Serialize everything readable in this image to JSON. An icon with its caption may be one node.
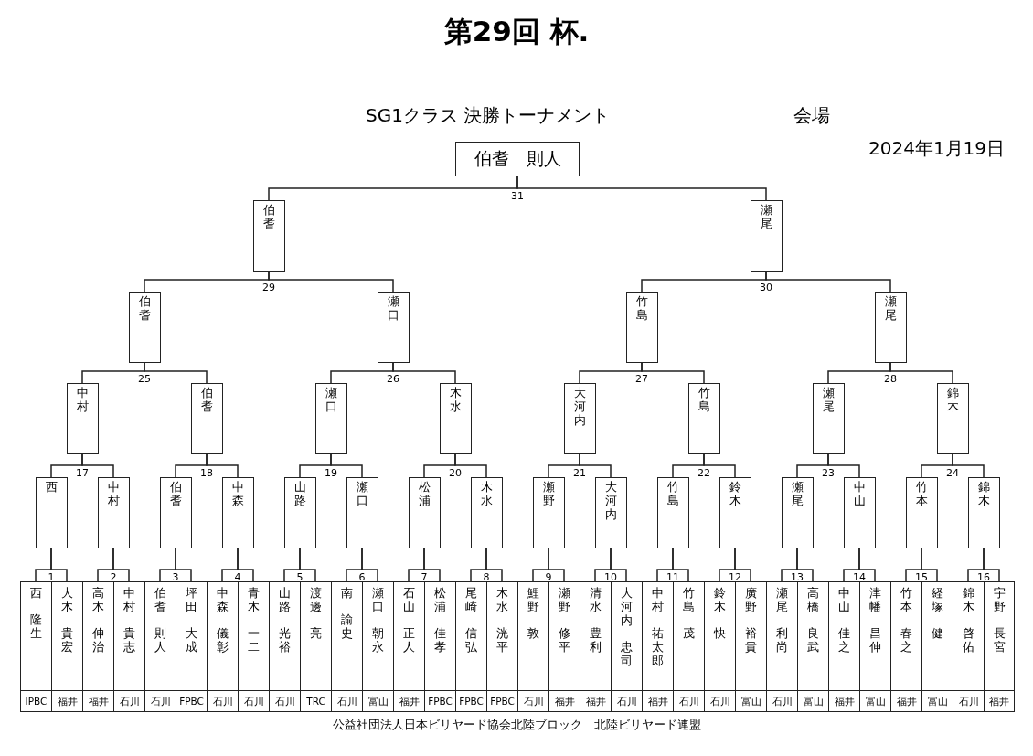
{
  "diagram": {
    "title": "第29回 杯.",
    "nodes": [
      {
        "text": [
          "伯耆　則人"
        ]
      },
      {
        "text": [
          "伯耆"
        ]
      },
      {
        "text": [
          "瀬尾"
        ]
      },
      {
        "text": [
          "伯耆"
        ]
      },
      {
        "text": [
          "瀬口"
        ]
      },
      {
        "text": [
          "竹島"
        ]
      },
      {
        "text": [
          "瀬尾"
        ]
      },
      {
        "text": [
          "中村"
        ]
      },
      {
        "text": [
          "伯耆"
        ]
      },
      {
        "text": [
          "瀬口"
        ]
      },
      {
        "text": [
          "木水"
        ]
      },
      {
        "text": [
          "大河内"
        ]
      },
      {
        "text": [
          "竹島"
        ]
      },
      {
        "text": [
          "瀬尾"
        ]
      },
      {
        "text": [
          "錦木"
        ]
      },
      {
        "text": [
          "西"
        ]
      },
      {
        "text": [
          "中村"
        ]
      },
      {
        "text": [
          "伯耆"
        ]
      },
      {
        "text": [
          "中森"
        ]
      },
      {
        "text": [
          "山路"
        ]
      },
      {
        "text": [
          "瀬口"
        ]
      },
      {
        "text": [
          "松浦"
        ]
      },
      {
        "text": [
          "木水"
        ]
      },
      {
        "text": [
          "瀬野"
        ]
      },
      {
        "text": [
          "大河内"
        ]
      },
      {
        "text": [
          "竹島"
        ]
      },
      {
        "text": [
          "鈴木"
        ]
      },
      {
        "text": [
          "瀬尾"
        ]
      },
      {
        "text": [
          "中山"
        ]
      },
      {
        "text": [
          "竹本"
        ]
      },
      {
        "text": [
          "錦木"
        ]
      },
      {
        "text": [
          "西",
          "隆生",
          "IPBC"
        ]
      },
      {
        "text": [
          "大木",
          "貴宏",
          "福井"
        ]
      },
      {
        "text": [
          "高木",
          "伸治",
          "福井"
        ]
      },
      {
        "text": [
          "中村",
          "貴志",
          "石川"
        ]
      },
      {
        "text": [
          "伯耆",
          "則人",
          "石川"
        ]
      },
      {
        "text": [
          "坪田",
          "大成",
          "FPBC"
        ]
      },
      {
        "text": [
          "中森",
          "儀彰",
          "石川"
        ]
      },
      {
        "text": [
          "青木",
          "一二",
          "石川"
        ]
      },
      {
        "text": [
          "山路",
          "光裕",
          "石川"
        ]
      },
      {
        "text": [
          "渡邊",
          "亮",
          "TRC"
        ]
      },
      {
        "text": [
          "南",
          "諭史",
          "石川"
        ]
      },
      {
        "text": [
          "瀬口",
          "朝永",
          "富山"
        ]
      },
      {
        "text": [
          "石山",
          "正人",
          "福井"
        ]
      },
      {
        "text": [
          "松浦",
          "佳孝",
          "FPBC"
        ]
      },
      {
        "text": [
          "尾崎",
          "信弘",
          "FPBC"
        ]
      },
      {
        "text": [
          "木水",
          "洸平",
          "FPBC"
        ]
      },
      {
        "text": [
          "鯉野",
          "敦",
          "石川"
        ]
      },
      {
        "text": [
          "瀬野",
          "修平",
          "福井"
        ]
      },
      {
        "text": [
          "清水",
          "豊利",
          "福井"
        ]
      },
      {
        "text": [
          "大河内",
          "忠司",
          "石川"
        ]
      },
      {
        "text": [
          "中村",
          "祐太郎",
          "福井"
        ]
      },
      {
        "text": [
          "竹島",
          "茂",
          "石川"
        ]
      },
      {
        "text": [
          "鈴木",
          "快",
          "石川"
        ]
      },
      {
        "text": [
          "廣野",
          "裕貴",
          "富山"
        ]
      },
      {
        "text": [
          "瀬尾",
          "利尚",
          "石川"
        ]
      },
      {
        "text": [
          "高橋",
          "良武",
          "富山"
        ]
      },
      {
        "text": [
          "中山",
          "佳之",
          "福井"
        ]
      },
      {
        "text": [
          "津幡",
          "昌伸",
          "富山"
        ]
      },
      {
        "text": [
          "竹本",
          "春之",
          "福井"
        ]
      },
      {
        "text": [
          "経塚",
          "健",
          "富山"
        ]
      },
      {
        "text": [
          "錦木",
          "啓佑",
          "石川"
        ]
      },
      {
        "text": [
          "宇野",
          "長宮",
          "福井"
        ]
      }
    ],
    "edges": [
      {
        "from": 1,
        "to": 0,
        "arrow": "none"
      },
      {
        "from": 2,
        "to": 0,
        "arrow": "none"
      },
      {
        "from": 3,
        "to": 1,
        "arrow": "none"
      },
      {
        "from": 4,
        "to": 1,
        "arrow": "none"
      },
      {
        "from": 5,
        "to": 2,
        "arrow": "none"
      },
      {
        "from": 6,
        "to": 2,
        "arrow": "none"
      },
      {
        "from": 7,
        "to": 3,
        "arrow": "none"
      },
      {
        "from": 8,
        "to": 3,
        "arrow": "none"
      },
      {
        "from": 9,
        "to": 4,
        "arrow": "none"
      },
      {
        "from": 10,
        "to": 4,
        "arrow": "none"
      },
      {
        "from": 11,
        "to": 5,
        "arrow": "none"
      },
      {
        "from": 12,
        "to": 5,
        "arrow": "none"
      },
      {
        "from": 13,
        "to": 6,
        "arrow": "none"
      },
      {
        "from": 14,
        "to": 6,
        "arrow": "none"
      },
      {
        "from": 15,
        "to": 7,
        "arrow": "none"
      },
      {
        "from": 16,
        "to": 7,
        "arrow": "none"
      },
      {
        "from": 17,
        "to": 8,
        "arrow": "none"
      },
      {
        "from": 18,
        "to": 8,
        "arrow": "none"
      },
      {
        "from": 19,
        "to": 9,
        "arrow": "none"
      },
      {
        "from": 20,
        "to": 9,
        "arrow": "none"
      },
      {
        "from": 21,
        "to": 10,
        "arrow": "none"
      },
      {
        "from": 22,
        "to": 10,
        "arrow": "none"
      },
      {
        "from": 23,
        "to": 11,
        "arrow": "none"
      },
      {
        "from": 24,
        "to": 11,
        "arrow": "none"
      },
      {
        "from": 25,
        "to": 12,
        "arrow": "none"
      },
      {
        "from": 26,
        "to": 12,
        "arrow": "none"
      },
      {
        "from": 27,
        "to": 13,
        "arrow": "none"
      },
      {
        "from": 28,
        "to": 13,
        "arrow": "none"
      },
      {
        "from": 29,
        "to": 14,
        "arrow": "none"
      },
      {
        "from": 30,
        "to": 14,
        "arrow": "none"
      },
      {
        "from": 31,
        "to": 15,
        "arrow": "none"
      },
      {
        "from": 32,
        "to": 15,
        "arrow": "none"
      },
      {
        "from": 33,
        "to": 16,
        "arrow": "none"
      },
      {
        "from": 34,
        "to": 16,
        "arrow": "none"
      },
      {
        "from": 35,
        "to": 17,
        "arrow": "none"
      },
      {
        "from": 36,
        "to": 17,
        "arrow": "none"
      },
      {
        "from": 37,
        "to": 18,
        "arrow": "none"
      },
      {
        "from": 38,
        "to": 18,
        "arrow": "none"
      },
      {
        "from": 39,
        "to": 19,
        "arrow": "none"
      },
      {
        "from": 40,
        "to": 19,
        "arrow": "none"
      },
      {
        "from": 41,
        "to": 20,
        "arrow": "none"
      },
      {
        "from": 42,
        "to": 20,
        "arrow": "none"
      },
      {
        "from": 43,
        "to": 21,
        "arrow": "none"
      },
      {
        "from": 44,
        "to": 21,
        "arrow": "none"
      },
      {
        "from": 45,
        "to": 22,
        "arrow": "none"
      },
      {
        "from": 46,
        "to": 22,
        "arrow": "none"
      },
      {
        "from": 47,
        "to": 23,
        "arrow": "none"
      },
      {
        "from": 48,
        "to": 23,
        "arrow": "none"
      },
      {
        "from": 49,
        "to": 24,
        "arrow": "none"
      },
      {
        "from": 50,
        "to": 24,
        "arrow": "none"
      },
      {
        "from": 51,
        "to": 25,
        "arrow": "none"
      },
      {
        "from": 52,
        "to": 25,
        "arrow": "none"
      },
      {
        "from": 53,
        "to": 26,
        "arrow": "none"
      },
      {
        "from": 54,
        "to": 26,
        "arrow": "none"
      },
      {
        "from": 55,
        "to": 27,
        "arrow": "none"
      },
      {
        "from": 56,
        "to": 27,
        "arrow": "none"
      },
      {
        "from": 57,
        "to": 28,
        "arrow": "none"
      },
      {
        "from": 58,
        "to": 28,
        "arrow": "none"
      },
      {
        "from": 59,
        "to": 29,
        "arrow": "none"
      },
      {
        "from": 60,
        "to": 29,
        "arrow": "none"
      },
      {
        "from": 61,
        "to": 30,
        "arrow": "none"
      },
      {
        "from": 62,
        "to": 30,
        "arrow": "none"
      }
    ],
    "labels": [
      "SG1クラス 決勝トーナメント",
      "会場",
      "2024年1月19日",
      "31",
      "29",
      "30",
      "25",
      "26",
      "27",
      "28",
      "17",
      "18",
      "19",
      "20",
      "21",
      "22",
      "23",
      "24",
      "1",
      "2",
      "3",
      "4",
      "5",
      "6",
      "7",
      "8",
      "9",
      "10",
      "11",
      "12",
      "13",
      "14",
      "15",
      "16",
      "公益社団法人日本ビリヤード協会北陸ブロック　北陸ビリヤード連盟"
    ]
  }
}
